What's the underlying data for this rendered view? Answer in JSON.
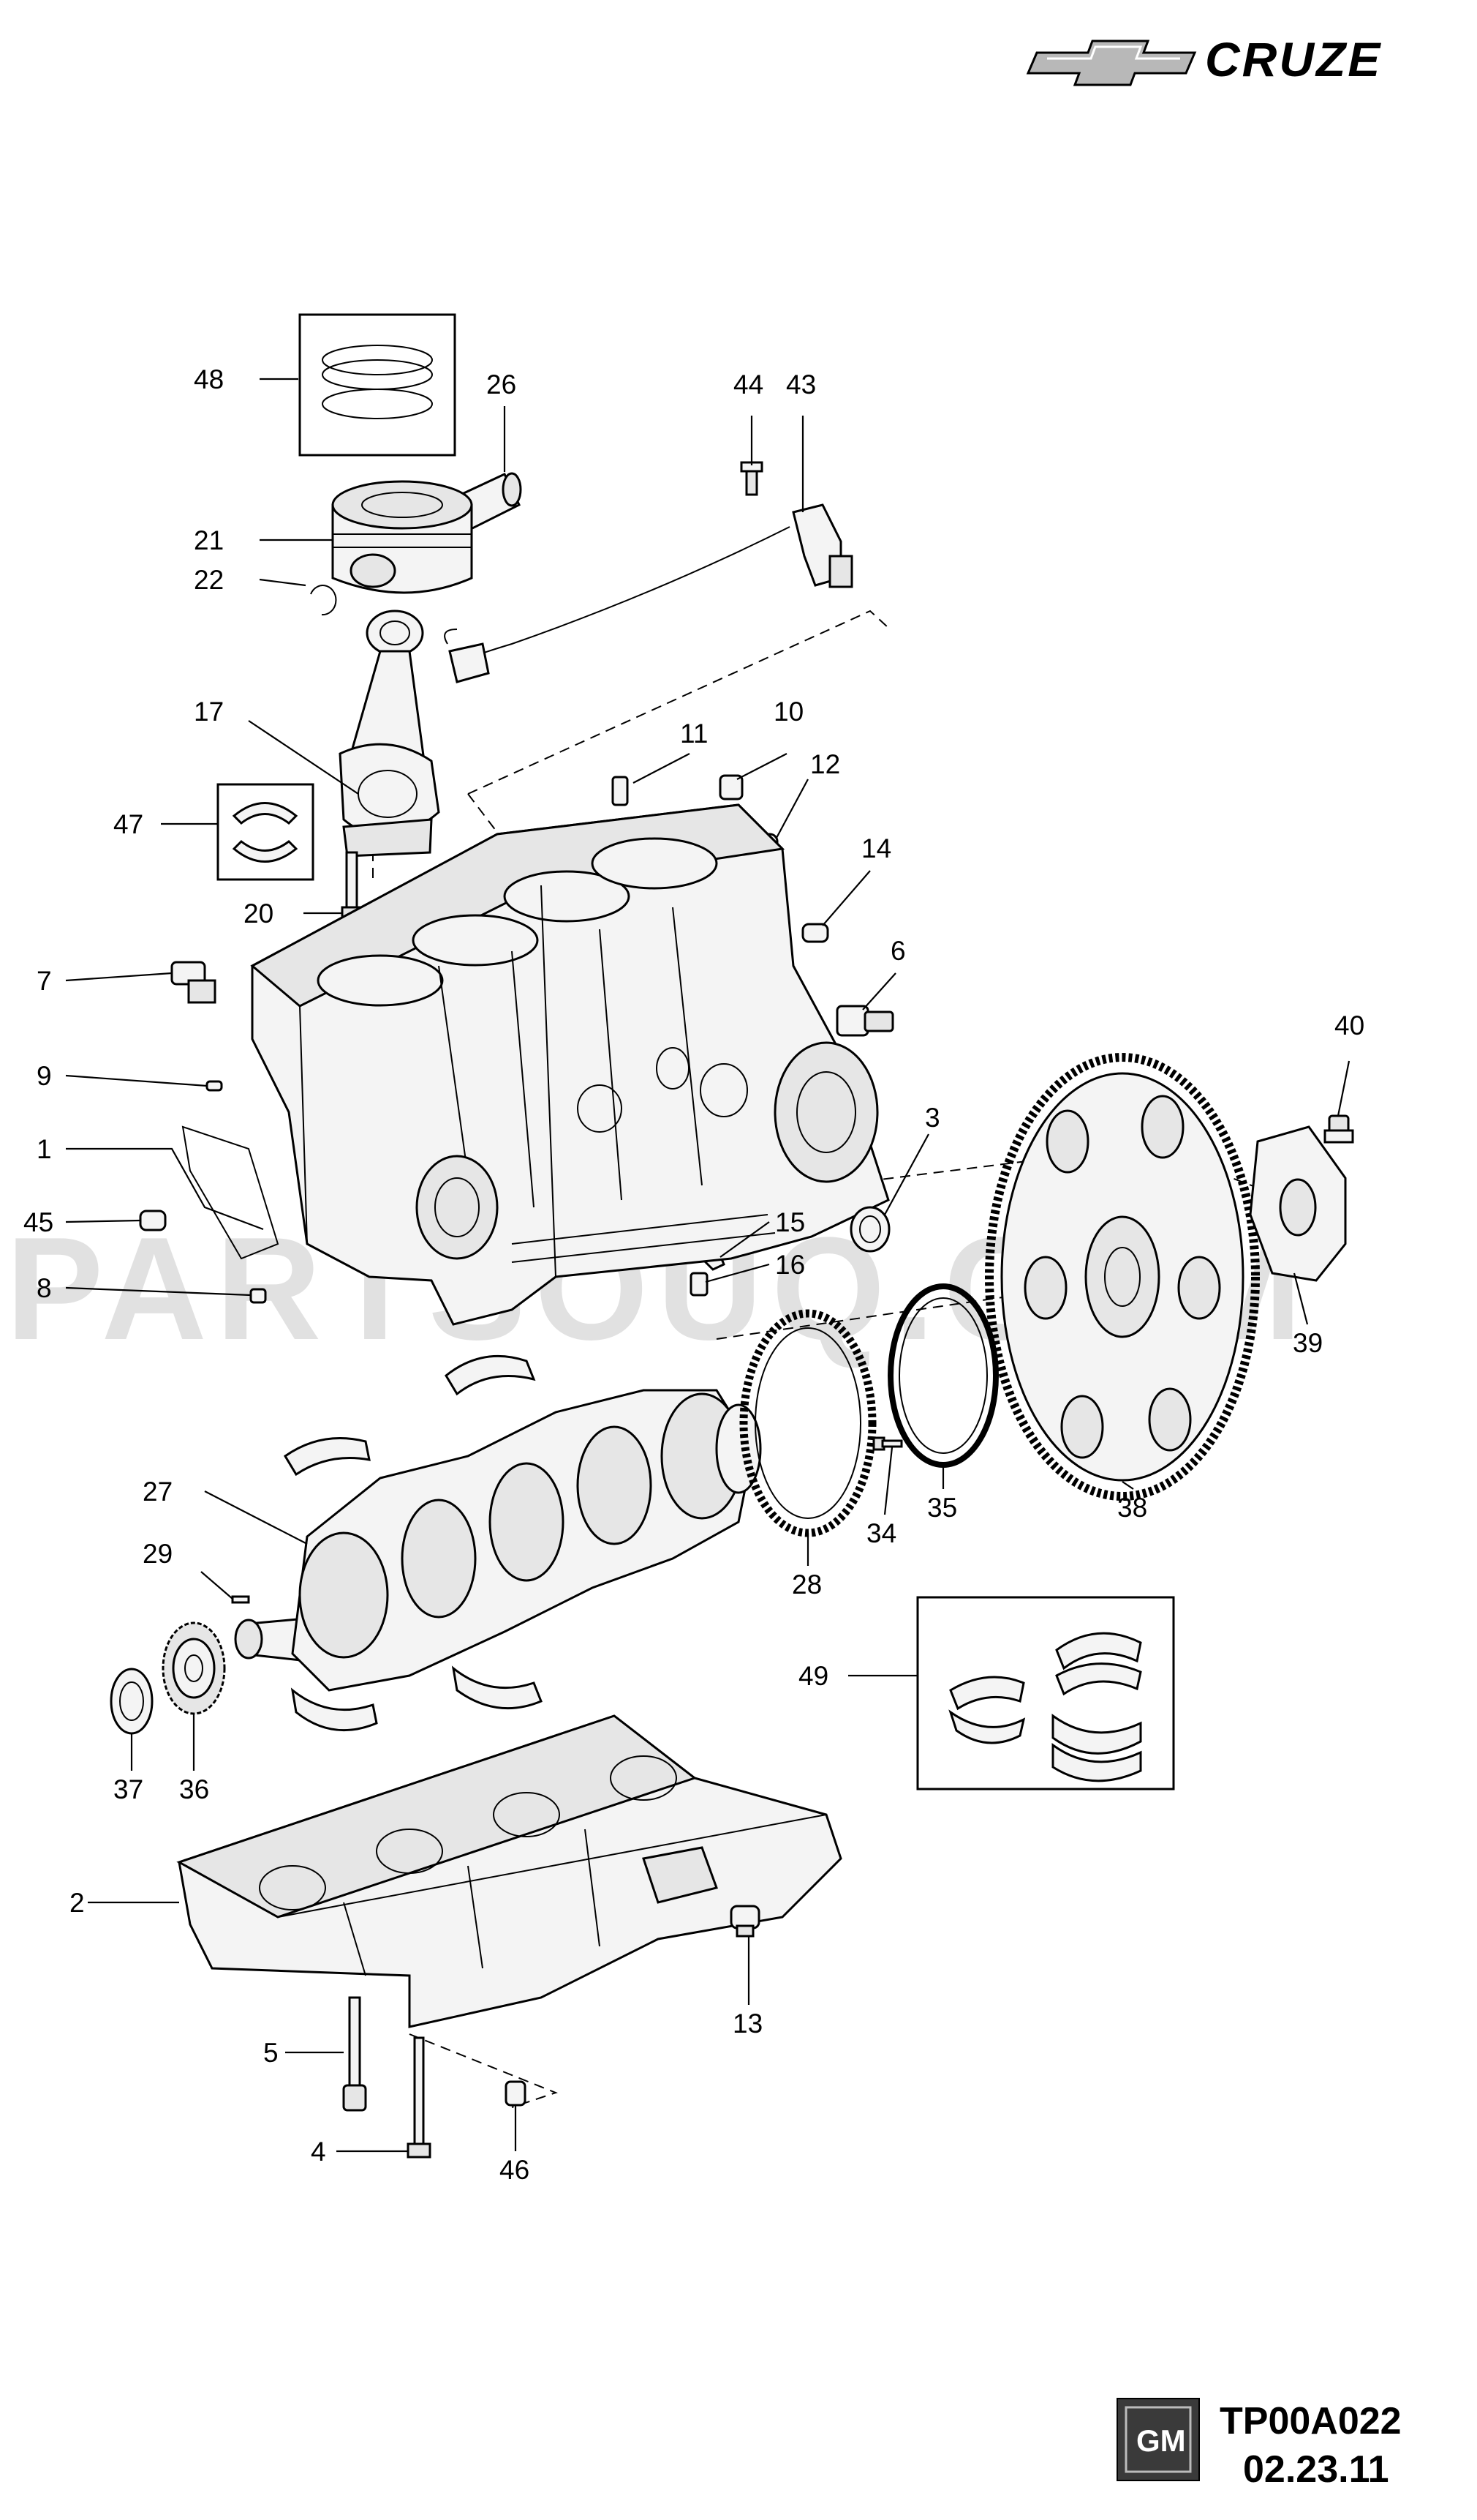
{
  "brand": {
    "name": "CRUZE"
  },
  "logo": {
    "gm": "GM"
  },
  "footer": {
    "code": "TP00A022",
    "date": "02.23.11"
  },
  "watermark": {
    "text": "PARTSOUQ.COM"
  },
  "callouts": [
    {
      "id": "c48",
      "text": "48"
    },
    {
      "id": "c26",
      "text": "26"
    },
    {
      "id": "c44",
      "text": "44"
    },
    {
      "id": "c43",
      "text": "43"
    },
    {
      "id": "c21",
      "text": "21"
    },
    {
      "id": "c22",
      "text": "22"
    },
    {
      "id": "c17",
      "text": "17"
    },
    {
      "id": "c11",
      "text": "11"
    },
    {
      "id": "c10",
      "text": "10"
    },
    {
      "id": "c12",
      "text": "12"
    },
    {
      "id": "c47",
      "text": "47"
    },
    {
      "id": "c14",
      "text": "14"
    },
    {
      "id": "c20",
      "text": "20"
    },
    {
      "id": "c7",
      "text": "7"
    },
    {
      "id": "c6",
      "text": "6"
    },
    {
      "id": "c40",
      "text": "40"
    },
    {
      "id": "c9",
      "text": "9"
    },
    {
      "id": "c3",
      "text": "3"
    },
    {
      "id": "c1",
      "text": "1"
    },
    {
      "id": "c45",
      "text": "45"
    },
    {
      "id": "c15",
      "text": "15"
    },
    {
      "id": "c16",
      "text": "16"
    },
    {
      "id": "c8",
      "text": "8"
    },
    {
      "id": "c39",
      "text": "39"
    },
    {
      "id": "c27",
      "text": "27"
    },
    {
      "id": "c34",
      "text": "34"
    },
    {
      "id": "c35",
      "text": "35"
    },
    {
      "id": "c38",
      "text": "38"
    },
    {
      "id": "c28",
      "text": "28"
    },
    {
      "id": "c29",
      "text": "29"
    },
    {
      "id": "c49",
      "text": "49"
    },
    {
      "id": "c37",
      "text": "37"
    },
    {
      "id": "c36",
      "text": "36"
    },
    {
      "id": "c2",
      "text": "2"
    },
    {
      "id": "c13",
      "text": "13"
    },
    {
      "id": "c5",
      "text": "5"
    },
    {
      "id": "c4",
      "text": "4"
    },
    {
      "id": "c46",
      "text": "46"
    }
  ]
}
